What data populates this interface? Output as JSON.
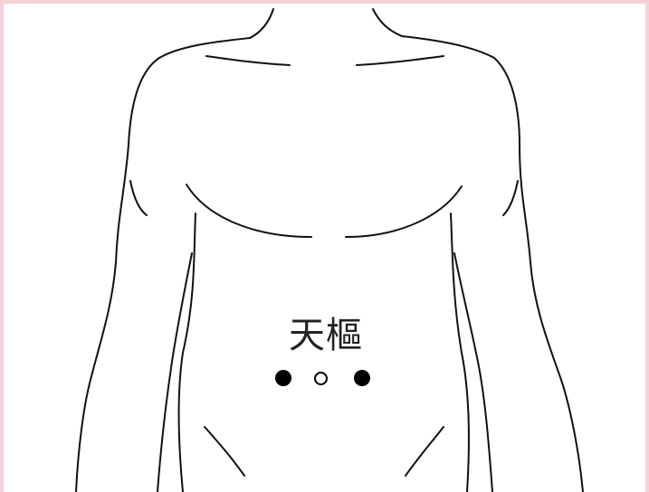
{
  "acupoint": {
    "name": "天樞"
  },
  "points": [
    {
      "kind": "filled"
    },
    {
      "kind": "hollow"
    },
    {
      "kind": "filled"
    }
  ],
  "colors": {
    "border": "#f3d3d6",
    "line": "#111111",
    "dot": "#000000",
    "background": "#ffffff"
  }
}
